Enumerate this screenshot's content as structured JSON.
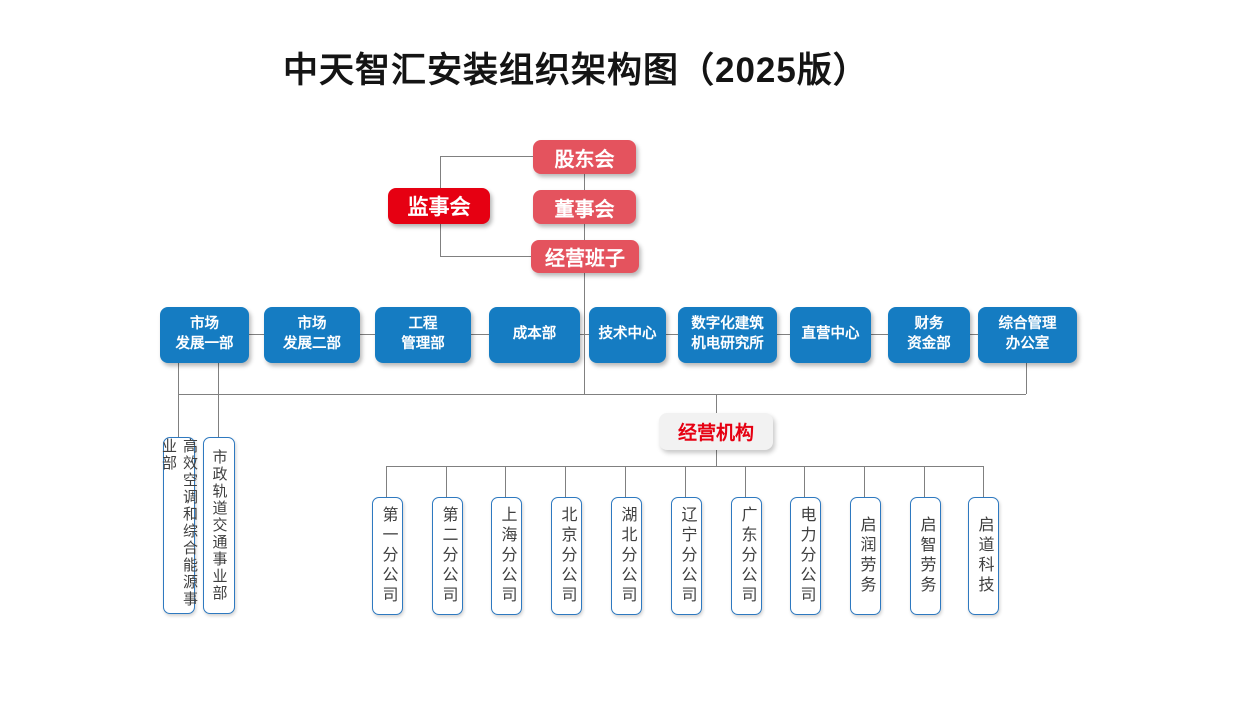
{
  "title": "中天智汇安装组织架构图（2025版）",
  "governance": {
    "shareholders": "股东会",
    "supervisory": "监事会",
    "board": "董事会",
    "management_team": "经营班子"
  },
  "departments": [
    {
      "label": "市场\n发展一部"
    },
    {
      "label": "市场\n发展二部"
    },
    {
      "label": "工程\n管理部"
    },
    {
      "label": "成本部"
    },
    {
      "label": "技术中心"
    },
    {
      "label": "数字化建筑\n机电研究所"
    },
    {
      "label": "直营中心"
    },
    {
      "label": "财务\n资金部"
    },
    {
      "label": "综合管理\n办公室"
    }
  ],
  "business_units_header": "经营机构",
  "sub_departments": [
    {
      "label": "高效空调和综合能源事业部"
    },
    {
      "label": "市政轨道交通事业部"
    }
  ],
  "branches": [
    {
      "label": "第一分公司"
    },
    {
      "label": "第二分公司"
    },
    {
      "label": "上海分公司"
    },
    {
      "label": "北京分公司"
    },
    {
      "label": "湖北分公司"
    },
    {
      "label": "辽宁分公司"
    },
    {
      "label": "广东分公司"
    },
    {
      "label": "电力分公司"
    },
    {
      "label": "启润劳务"
    },
    {
      "label": "启智劳务"
    },
    {
      "label": "启道科技"
    }
  ],
  "colors": {
    "department_blue": "#157CC2",
    "governance_red": "#E4535E",
    "supervisory_red": "#E60012",
    "business_header_bg": "#F2F2F2",
    "connector_gray": "#808080",
    "vertical_box_border": "#2E79C0"
  }
}
